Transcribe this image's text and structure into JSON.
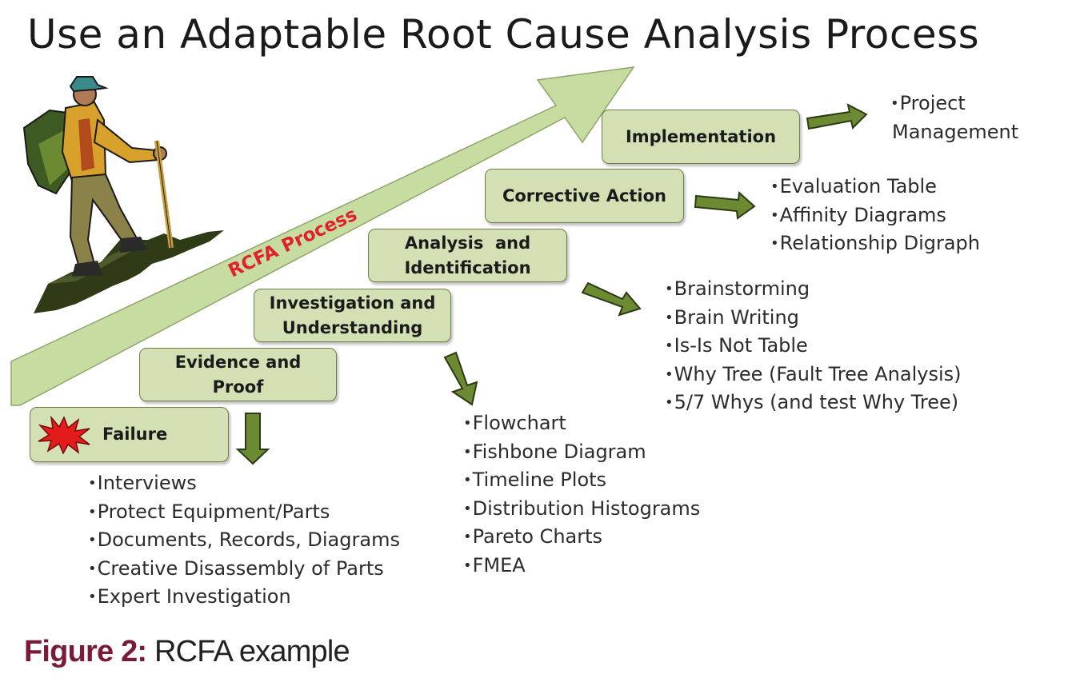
{
  "title": "Use an Adaptable Root Cause Analysis Process",
  "arrow_label": "RCFA Process",
  "steps": {
    "failure": "Failure",
    "evidence": [
      "Evidence and",
      "Proof"
    ],
    "investigation": [
      "Investigation and",
      "Understanding"
    ],
    "analysis": [
      "Analysis  and",
      "Identification"
    ],
    "corrective": "Corrective Action",
    "implementation": "Implementation"
  },
  "lists": {
    "failure": [
      "Interviews",
      "Protect Equipment/Parts",
      "Documents, Records, Diagrams",
      "Creative Disassembly of Parts",
      "Expert Investigation"
    ],
    "investigation": [
      "Flowchart",
      "Fishbone Diagram",
      "Timeline Plots",
      "Distribution Histograms",
      "Pareto Charts",
      "FMEA"
    ],
    "analysis": [
      "Brainstorming",
      "Brain Writing",
      "Is-Is Not Table",
      "Why Tree (Fault Tree Analysis)",
      "5/7 Whys (and test Why Tree)"
    ],
    "corrective": [
      "Evaluation Table",
      "Affinity Diagrams",
      "Relationship Digraph"
    ],
    "implementation": [
      "Project",
      "Management"
    ]
  },
  "caption": {
    "label": "Figure 2:",
    "text": " RCFA example"
  },
  "colors": {
    "box_fill": "#d3e0b3",
    "arrow_green": "#6b8a32",
    "big_arrow": "#c7dca1",
    "label_red": "#e0202a",
    "caption_red": "#7b1a38"
  },
  "icons": [
    "hiker-figure",
    "explosion-icon"
  ]
}
